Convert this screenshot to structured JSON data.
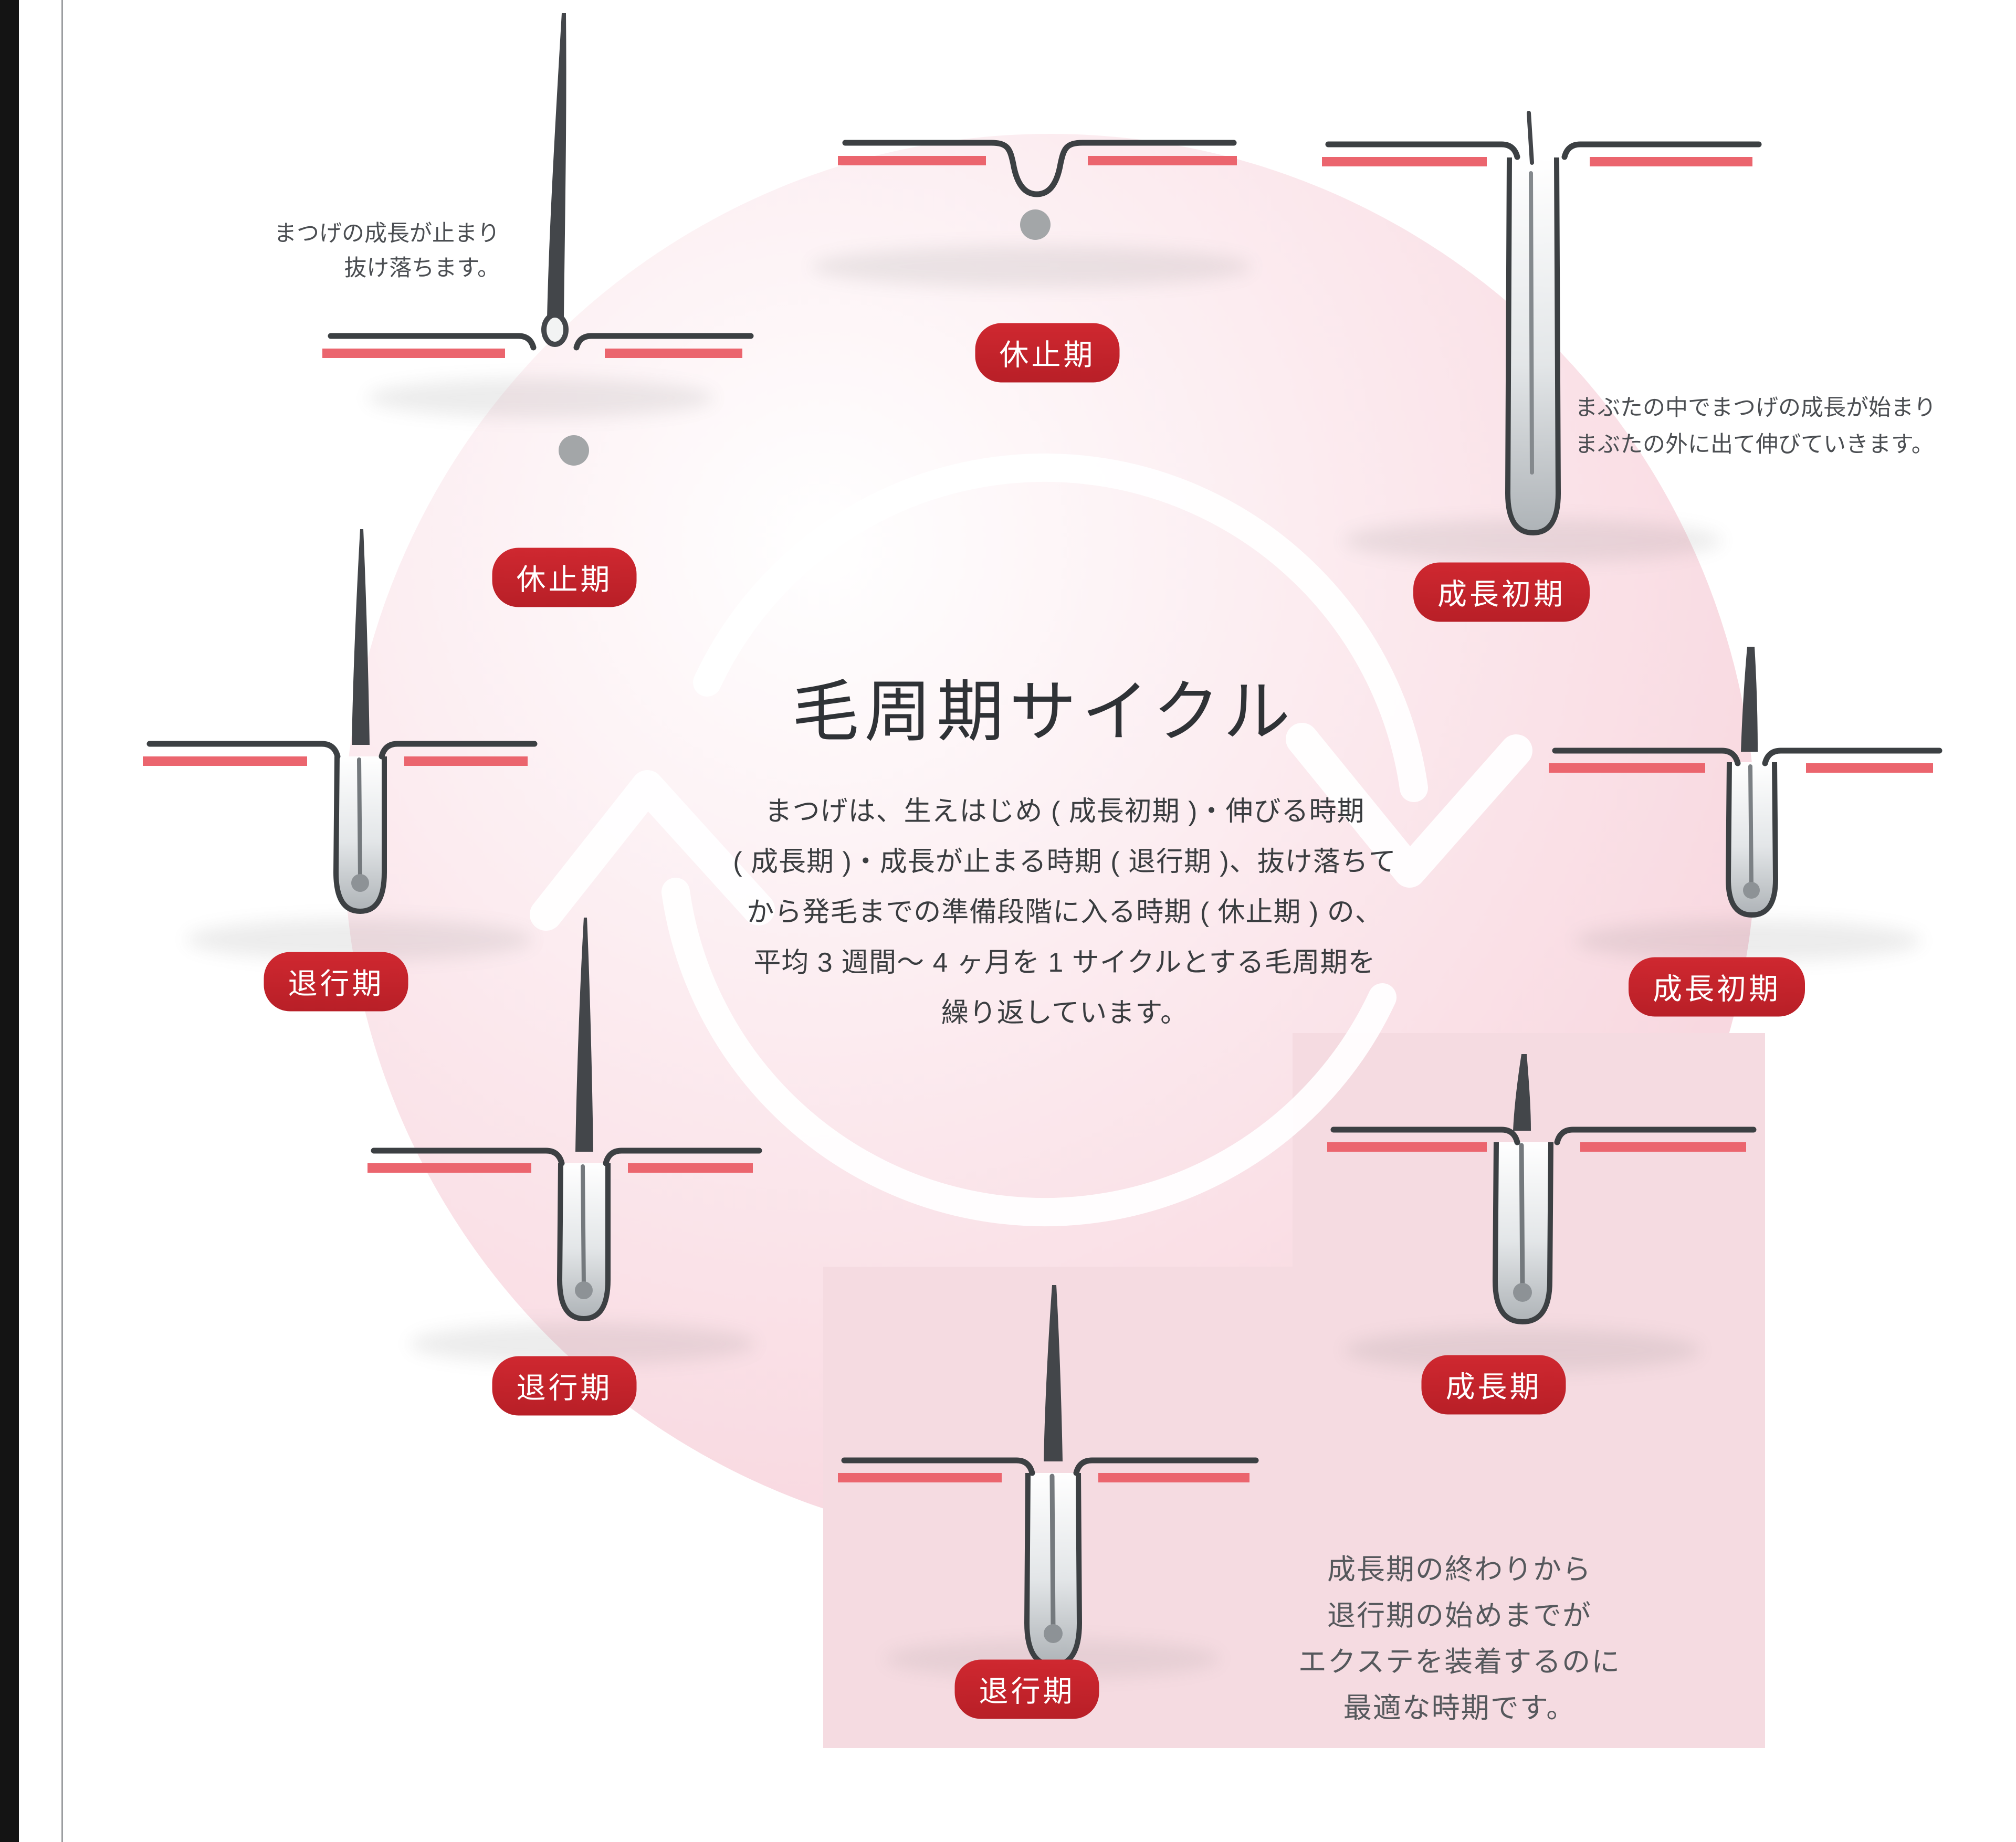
{
  "title": "毛周期サイクル",
  "description": {
    "lines": [
      "まつげは、生えはじめ ( 成長初期 )・伸びる時期",
      "( 成長期 )・成長が止まる時期 ( 退行期 )、抜け落ちて",
      "から発毛までの準備段階に入る時期 ( 休止期 ) の、",
      "平均 3 週間〜 4 ヶ月を 1 サイクルとする毛周期を",
      "繰り返しています。"
    ]
  },
  "annotations": {
    "top_left": {
      "line1": "まつげの成長が止まり",
      "line2": "抜け落ちます。"
    },
    "right": {
      "line1": "まぶたの中でまつげの成長が始まり",
      "line2": "まぶたの外に出て伸びていきます。"
    },
    "extension_note": {
      "line1": "成長期の終わりから",
      "line2": "退行期の始めまでが",
      "line3": "エクステを装着するのに",
      "line4": "最適な時期です。"
    }
  },
  "stages": [
    {
      "id": "resting-top-left",
      "label": "休止期"
    },
    {
      "id": "resting-top-center",
      "label": "休止期"
    },
    {
      "id": "early-growth-upper-right",
      "label": "成長初期"
    },
    {
      "id": "early-growth-right",
      "label": "成長初期"
    },
    {
      "id": "growth",
      "label": "成長期"
    },
    {
      "id": "regression-bottom",
      "label": "退行期"
    },
    {
      "id": "regression-lower-left",
      "label": "退行期"
    },
    {
      "id": "regression-left",
      "label": "退行期"
    }
  ],
  "colors": {
    "stage_pill_red": "#c5242c",
    "skin_line_dark": "#3c4043",
    "skin_line_red": "#eb656e",
    "hair_dark": "#43464a",
    "circle_pink": "#f6ccd6",
    "highlight_box_pink": "#f5dbe1",
    "fallen_bulb_gray": "#a3a6a8",
    "arrow_white": "#ffffff"
  }
}
